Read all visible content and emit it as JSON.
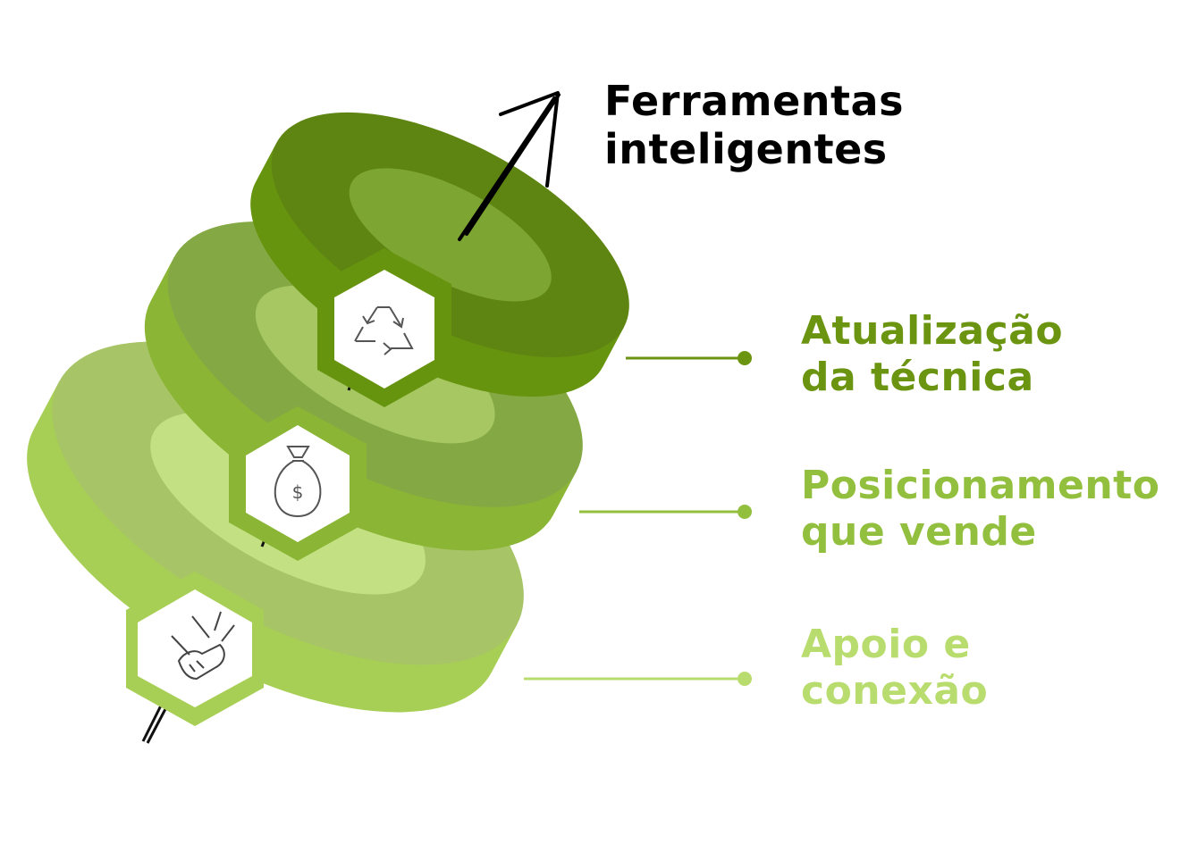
{
  "title": {
    "line1": "Ferramentas",
    "line2": "inteligentes"
  },
  "steps": [
    {
      "line1": "Atualização",
      "line2": "da técnica",
      "icon": "recycle-icon",
      "color": "#6b9410"
    },
    {
      "line1": "Posicionamento",
      "line2": "que vende",
      "icon": "money-bag-icon",
      "color": "#93bf3e"
    },
    {
      "line1": "Apoio e",
      "line2": "conexão",
      "icon": "handshake-icon",
      "color": "#b9dc6e"
    }
  ]
}
